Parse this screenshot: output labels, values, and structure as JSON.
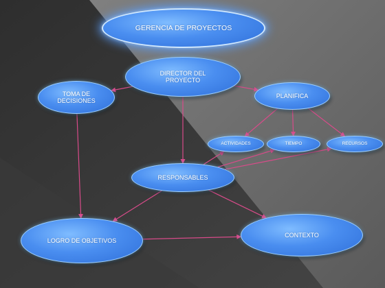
{
  "diagram": {
    "colors": {
      "connector": "#d94b8a",
      "node_fill": "#4a8ef0",
      "node_border": "#9fd0ff",
      "background_dark": "#3f3f3f",
      "background_light": "#6e6e6e"
    },
    "nodes": {
      "gerencia": "GERENCIA DE PROYECTOS",
      "director": "DIRECTOR DEL PROYECTO",
      "toma": "TOMA DE DECISIONES",
      "planifica": "PLANIFICA",
      "actividades": "ACTIVIDADES",
      "tiempo": "TIEMPO",
      "recursos": "RECURSOS",
      "responsables": "RESPONSABLES",
      "logro": "LOGRO DE OBJETIVOS",
      "contexto": "CONTEXTO"
    },
    "edges": [
      {
        "from": "director",
        "to": "toma"
      },
      {
        "from": "director",
        "to": "planifica"
      },
      {
        "from": "director",
        "to": "responsables"
      },
      {
        "from": "planifica",
        "to": "actividades"
      },
      {
        "from": "planifica",
        "to": "tiempo"
      },
      {
        "from": "planifica",
        "to": "recursos"
      },
      {
        "from": "responsables",
        "to": "actividades"
      },
      {
        "from": "responsables",
        "to": "tiempo"
      },
      {
        "from": "responsables",
        "to": "recursos"
      },
      {
        "from": "toma",
        "to": "logro"
      },
      {
        "from": "responsables",
        "to": "logro"
      },
      {
        "from": "responsables",
        "to": "contexto"
      },
      {
        "from": "logro",
        "to": "contexto"
      }
    ]
  }
}
